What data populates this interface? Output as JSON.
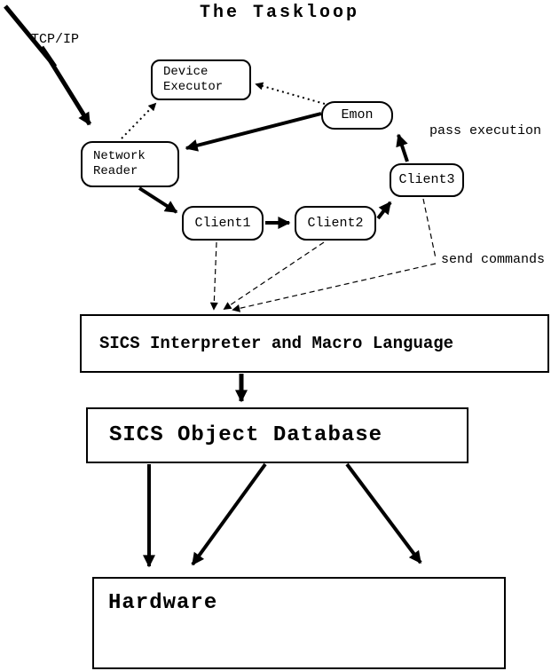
{
  "title": "The Taskloop",
  "labels": {
    "tcp_ip": "TCP/IP",
    "pass_execution": "pass execution",
    "send_commands": "send commands"
  },
  "nodes": {
    "device_executor": {
      "line1": "Device",
      "line2": "Executor"
    },
    "emon": {
      "label": "Emon"
    },
    "network_reader": {
      "line1": "Network",
      "line2": "Reader"
    },
    "client1": {
      "label": "Client1"
    },
    "client2": {
      "label": "Client2"
    },
    "client3": {
      "label": "Client3"
    }
  },
  "boxes": {
    "interpreter": {
      "label": "SICS Interpreter and Macro Language"
    },
    "database": {
      "label": "SICS Object Database"
    },
    "hardware": {
      "label": "Hardware"
    }
  },
  "colors": {
    "line": "#000000",
    "background": "#ffffff"
  }
}
